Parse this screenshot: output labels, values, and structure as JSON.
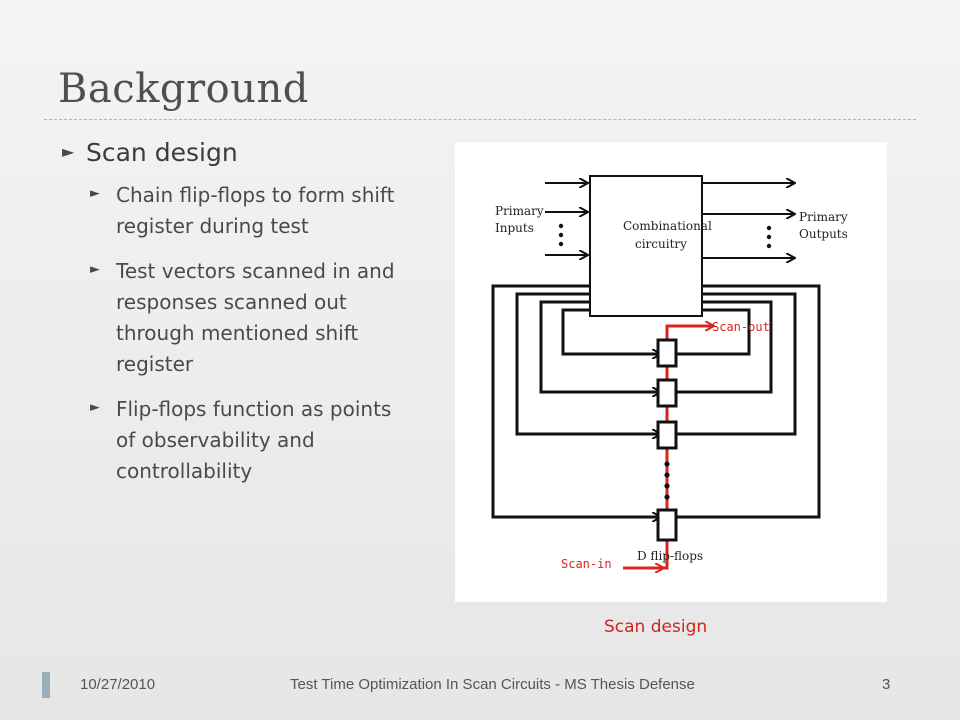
{
  "slide": {
    "title": "Background",
    "bullet": "Scan design",
    "sub_bullets": [
      "Chain flip-flops to form shift register during test",
      "Test vectors scanned in and responses scanned out through mentioned shift register",
      "Flip-flops function as points of observability and controllability"
    ]
  },
  "diagram": {
    "labels": {
      "primary_inputs_1": "Primary",
      "primary_inputs_2": "Inputs",
      "primary_outputs_1": "Primary",
      "primary_outputs_2": "Outputs",
      "comb_1": "Combinational",
      "comb_2": "circuitry",
      "dff": "D flip-flops",
      "scan_in": "Scan-in",
      "scan_out": "Scan-out"
    },
    "caption": "Scan design",
    "colors": {
      "scan_path": "#d8261c",
      "lines": "#111111"
    }
  },
  "footer": {
    "date": "10/27/2010",
    "title": "Test Time Optimization In Scan Circuits - MS Thesis Defense",
    "page": "3"
  }
}
